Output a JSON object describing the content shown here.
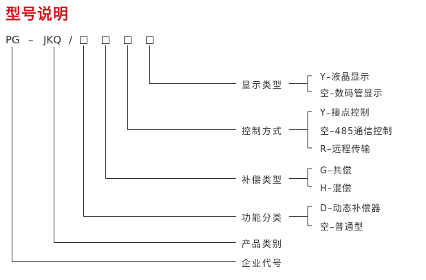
{
  "title": "型号说明",
  "code": {
    "pg": "PG",
    "dash": "–",
    "jkq": "JKQ",
    "slash": "/"
  },
  "rows": [
    {
      "label": "显示类型",
      "options": [
        "Y–液晶显示",
        "空–数码管显示"
      ]
    },
    {
      "label": "控制方式",
      "options": [
        "Y–接点控制",
        "空–485通信控制",
        "R–远程传输"
      ]
    },
    {
      "label": "补偿类型",
      "options": [
        "G–共偿",
        "H–混偿"
      ]
    },
    {
      "label": "功能分类",
      "options": [
        "D–动态补偿器",
        "空–普通型"
      ]
    },
    {
      "label": "产品类别",
      "options": []
    },
    {
      "label": "企业代号",
      "options": []
    }
  ]
}
